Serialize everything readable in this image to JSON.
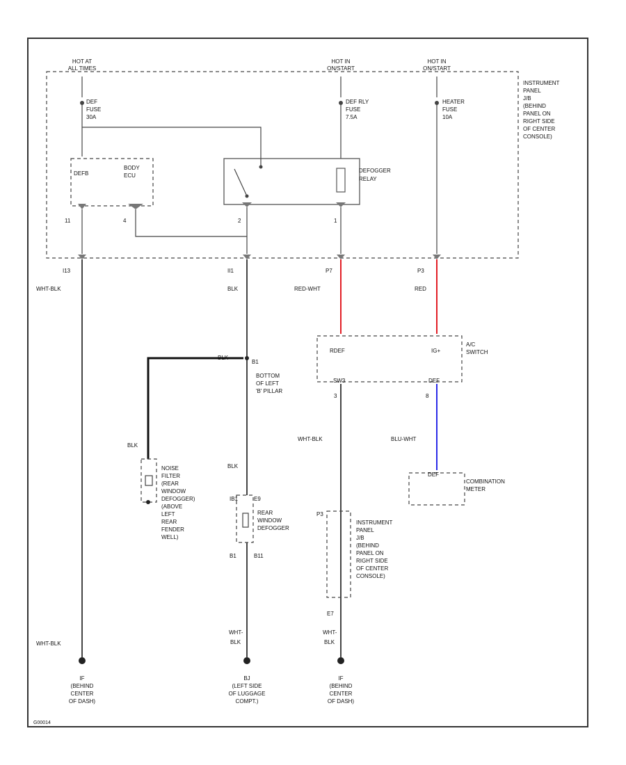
{
  "power": {
    "hot_at_all_times": [
      "HOT AT",
      "ALL TIMES"
    ],
    "hot_in_on_start_1": [
      "HOT IN",
      "ON/START"
    ],
    "hot_in_on_start_2": [
      "HOT IN",
      "ON/START"
    ]
  },
  "fuses": {
    "def": [
      "DEF",
      "FUSE",
      "30A"
    ],
    "def_rly": [
      "DEF RLY",
      "FUSE",
      "7.5A"
    ],
    "heater": [
      "HEATER",
      "FUSE",
      "10A"
    ]
  },
  "instrument_panel_jb": [
    "INSTRUMENT",
    "PANEL",
    "J/B",
    "(BEHIND",
    "PANEL ON",
    "RIGHT SIDE",
    "OF CENTER",
    "CONSOLE)"
  ],
  "body_ecu": {
    "connector": "DEFB",
    "label": [
      "BODY",
      "ECU"
    ],
    "pin_left": "11",
    "pin_right": "4"
  },
  "defogger_relay": {
    "label": [
      "DEFOGGER",
      "RELAY"
    ],
    "pin_left": "2",
    "pin_right": "1"
  },
  "connectors": {
    "c1": "I13",
    "c2": "II1",
    "c3": "P7",
    "c4": "P3",
    "acs_left": "3",
    "acs_right": "8",
    "ib1": "IB1",
    "rw": "E9",
    "b1": "B1",
    "b11": "B11",
    "p_jb": "P3",
    "e7": "E7"
  },
  "wires": {
    "w1": "WHT-BLK",
    "w2": "BLK",
    "w3": "RED-WHT",
    "w4": "RED",
    "w5": "WHT-BLK",
    "w6": "BLU-WHT",
    "w7": "BLK",
    "w8": "BLK",
    "w9": "BLK",
    "g1": "WHT-BLK",
    "g2": [
      "WHT-",
      "BLK"
    ],
    "g3": [
      "WHT-",
      "BLK"
    ]
  },
  "ac_switch": {
    "label": [
      "A/C",
      "SWITCH"
    ],
    "pin1": "RDEF",
    "pin2": "IG+",
    "pin3": "SW3",
    "pin4": "DEF"
  },
  "splice": {
    "label": [
      "BOTTOM",
      "OF LEFT",
      "'B' PILLAR"
    ],
    "pin": "B1",
    "wire_label": "BLK"
  },
  "noise_filter": [
    "NOISE",
    "FILTER",
    "(REAR",
    "WINDOW",
    "DEFOGGER)",
    "(ABOVE",
    "LEFT",
    "REAR",
    "FENDER",
    "WELL)"
  ],
  "rear_defogger": [
    "REAR",
    "WINDOW",
    "DEFOGGER"
  ],
  "combination_meter": {
    "label": [
      "COMBINATION",
      "METER"
    ],
    "pin": "DEF"
  },
  "grounds": {
    "g1": [
      "IF",
      "(BEHIND",
      "CENTER",
      "OF DASH)"
    ],
    "g2": [
      "BJ",
      "(LEFT SIDE",
      "OF LUGGAGE",
      "COMPT.)"
    ],
    "g3": [
      "IF",
      "(BEHIND",
      "CENTER",
      "OF DASH)"
    ]
  },
  "footer": "G00014"
}
